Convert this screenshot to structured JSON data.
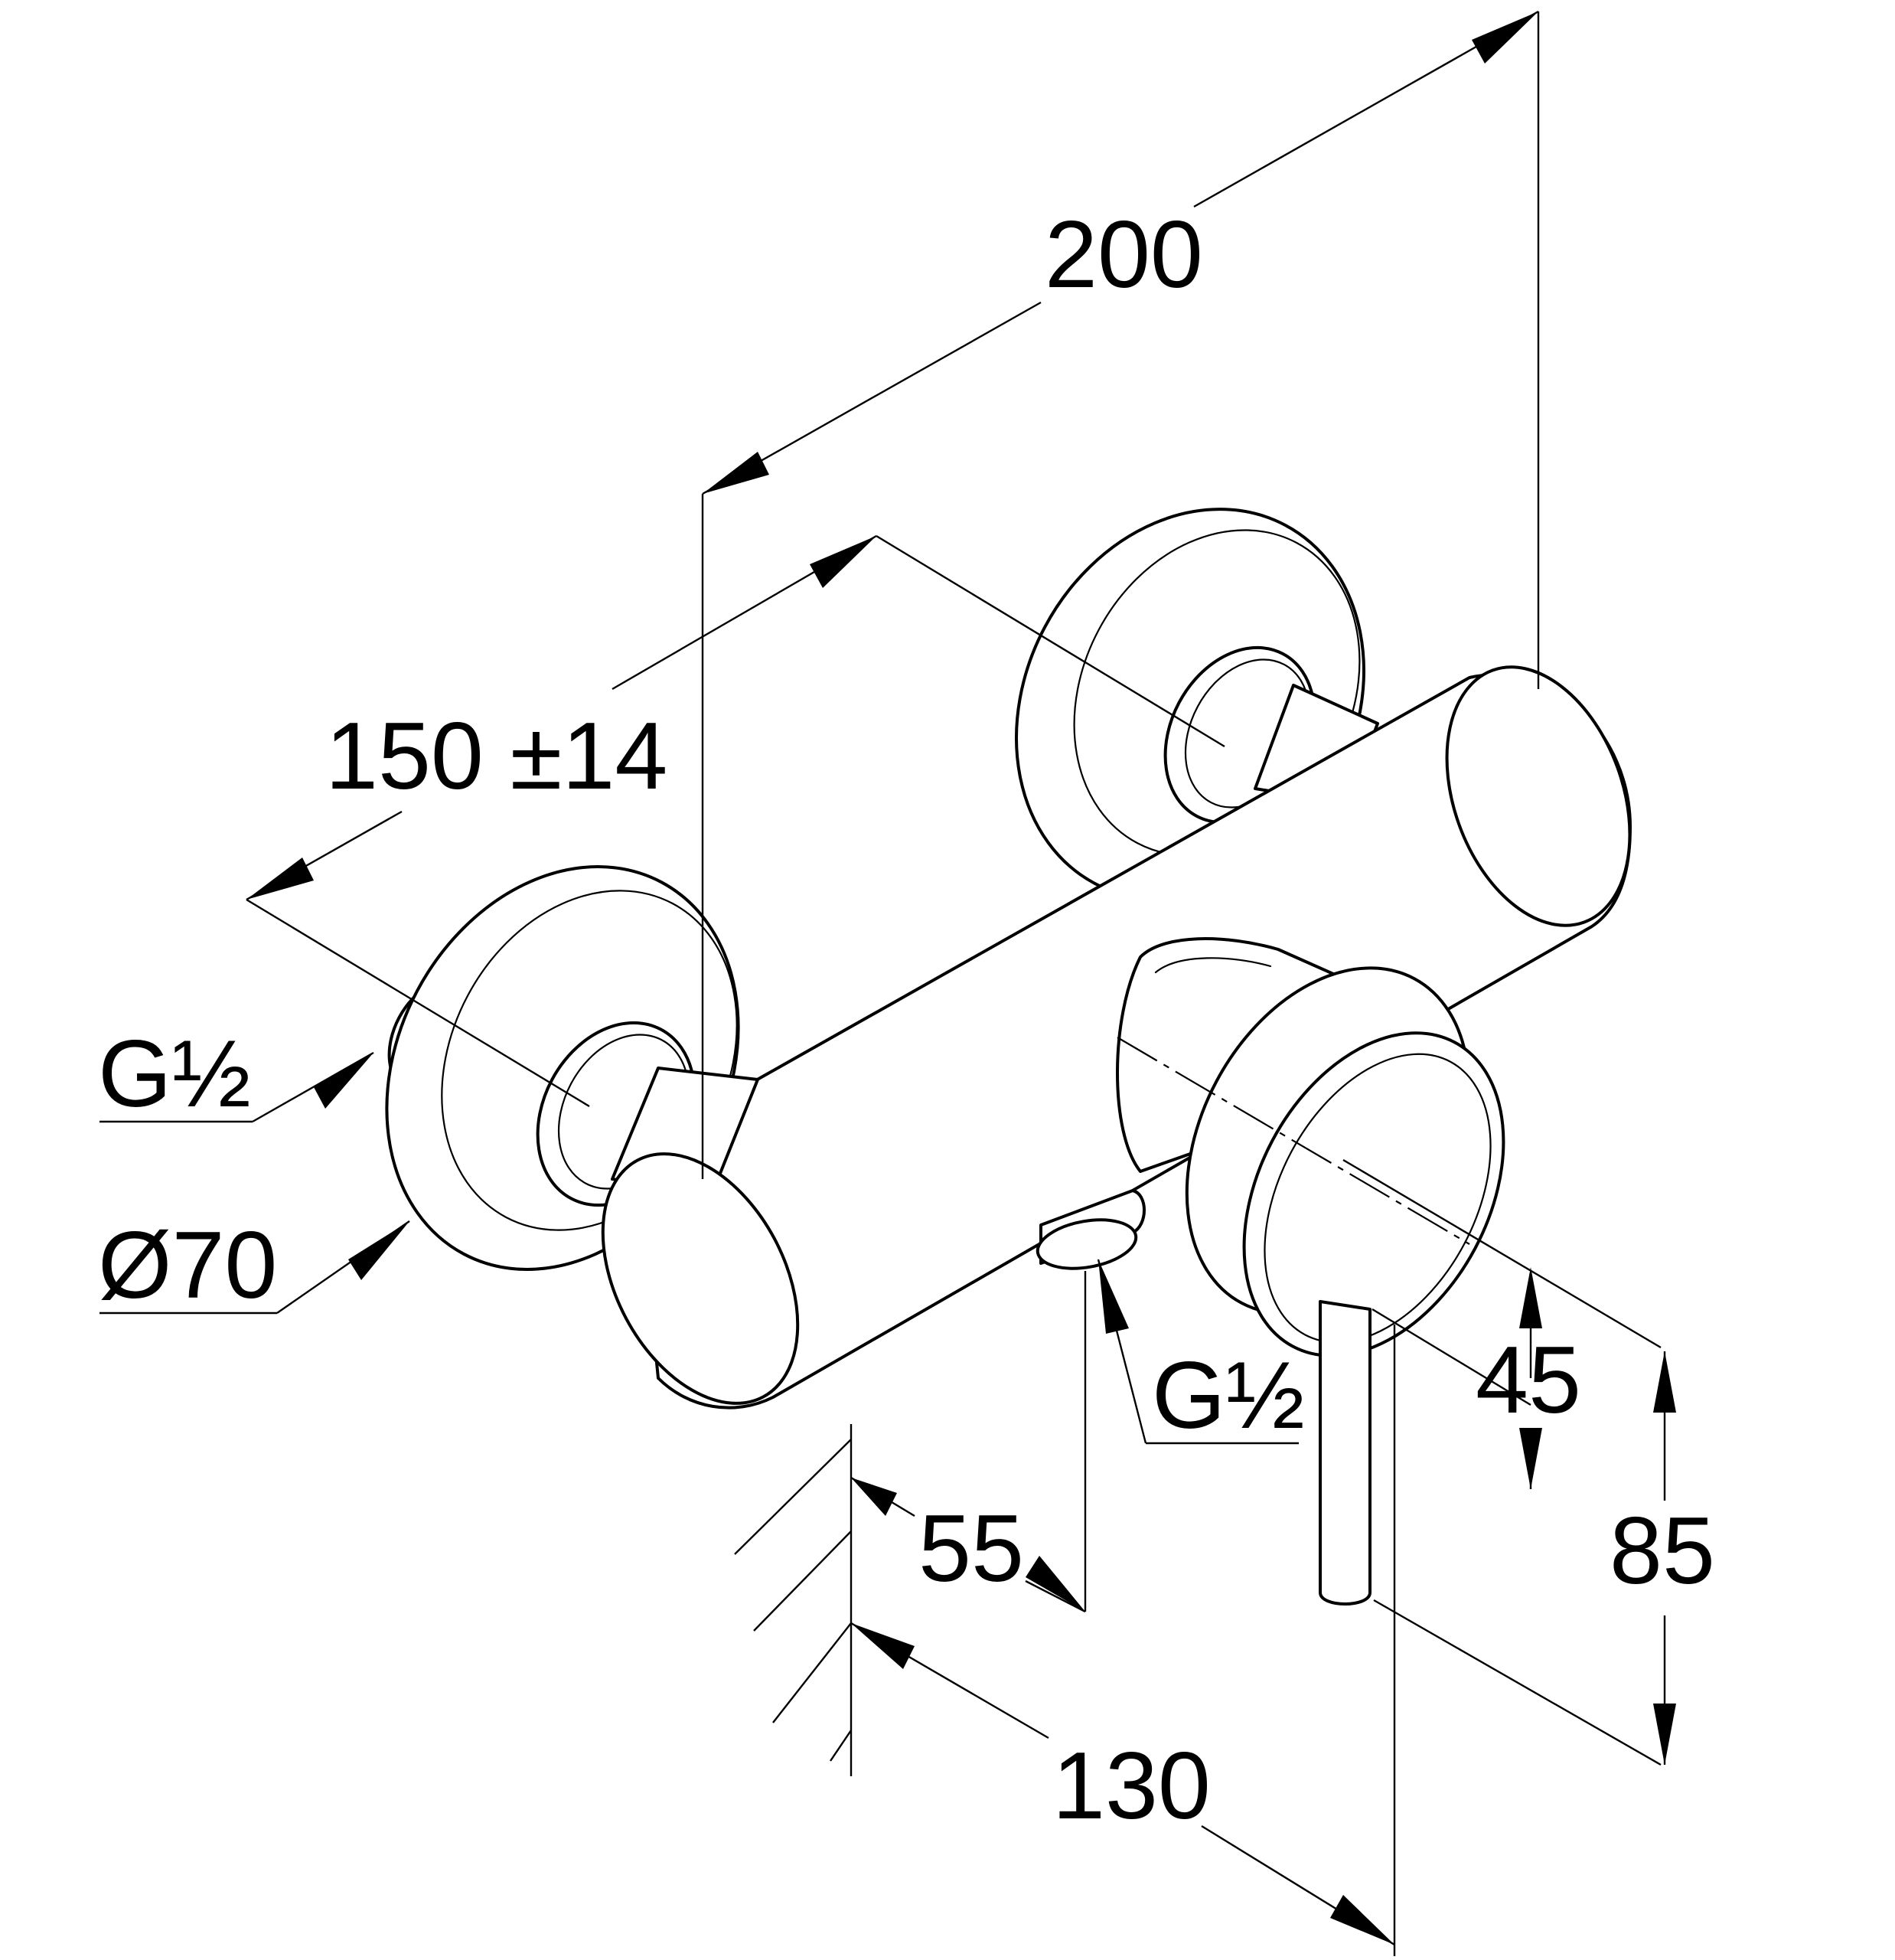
{
  "dimensions": {
    "width_200": "200",
    "center_distance": "150 ±14",
    "inlet_thread": "G½",
    "escutcheon_diameter": "Ø70",
    "outlet_thread": "G½",
    "outlet_offset": "55",
    "depth_130": "130",
    "handle_height_45": "45",
    "height_85": "85"
  }
}
